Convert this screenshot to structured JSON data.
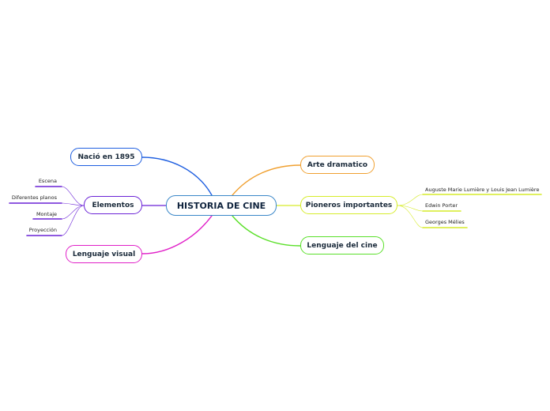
{
  "central": {
    "label": "HISTORIA DE CINE",
    "color": "#3a87c8"
  },
  "branches": {
    "nacio": {
      "label": "Nació en 1895",
      "color": "#1f5fe0"
    },
    "elementos": {
      "label": "Elementos",
      "color": "#6a22d6"
    },
    "lenguaje_visual": {
      "label": "Lenguaje visual",
      "color": "#e020c8"
    },
    "arte_dramatico": {
      "label": "Arte dramatico",
      "color": "#f0a030"
    },
    "pioneros": {
      "label": "Pioneros importantes",
      "color": "#d6ec2a"
    },
    "lenguaje_cine": {
      "label": "Lenguaje del cine",
      "color": "#5be02a"
    }
  },
  "elementos_children": [
    "Escena",
    "Diferentes planos",
    "Montaje",
    "Proyección"
  ],
  "pioneros_children": [
    "Auguste Marie Lumière y Louis Jean Lumière",
    "Edwin Porter",
    "Georges Mélies"
  ]
}
